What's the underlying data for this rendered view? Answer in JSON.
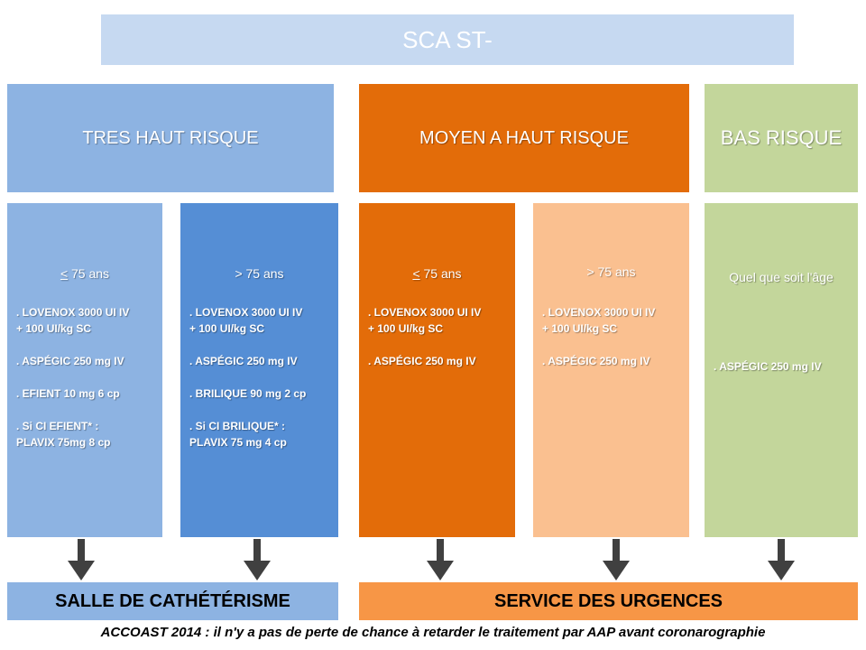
{
  "title": "SCA ST-",
  "risk_groups": {
    "tres_haut": "TRES HAUT RISQUE",
    "moyen_haut": "MOYEN A HAUT RISQUE",
    "bas": "BAS RISQUE"
  },
  "columns": [
    {
      "age_symbol": "<",
      "age_text": " 75 ans",
      "lines": [
        ". LOVENOX 3000 UI IV",
        " + 100 UI/kg SC",
        "",
        ". ASPÉGIC 250 mg IV",
        "",
        ". EFIENT 10 mg 6 cp",
        "",
        ". Si CI EFIENT* :",
        "PLAVIX 75mg 8 cp"
      ]
    },
    {
      "age_symbol": ">",
      "age_text": " 75 ans",
      "lines": [
        ". LOVENOX 3000 UI IV",
        "+ 100 UI/kg SC",
        "",
        ". ASPÉGIC 250 mg IV",
        "",
        ". BRILIQUE 90 mg 2 cp",
        "",
        ". Si CI BRILIQUE* :",
        "PLAVIX  75 mg 4 cp"
      ]
    },
    {
      "age_symbol": "<",
      "age_text": " 75 ans",
      "lines": [
        ". LOVENOX 3000 UI IV",
        " + 100 UI/kg SC",
        "",
        ". ASPÉGIC 250 mg IV"
      ]
    },
    {
      "age_symbol": ">",
      "age_text": " 75 ans",
      "lines": [
        ". LOVENOX 3000 UI IV",
        "+ 100 UI/kg SC",
        "",
        ". ASPÉGIC 250 mg IV"
      ]
    },
    {
      "age_symbol": "",
      "age_text": "Quel que soit l'âge",
      "lines": [
        ". ASPÉGIC 250 mg IV"
      ]
    }
  ],
  "destinations": {
    "salle": "SALLE DE CATHÉTÉRISME",
    "urgences": "SERVICE DES URGENCES"
  },
  "footnote": "ACCOAST 2014 : il n'y a pas de perte de chance à retarder le traitement par AAP avant coronarographie",
  "colors": {
    "title_bg": "#c6d9f1",
    "very_high_light": "#8db3e2",
    "very_high_dark": "#558ed5",
    "mid_high_dark": "#e36c09",
    "mid_high_light": "#fac090",
    "low": "#c3d69b",
    "urgences": "#f79646",
    "arrow": "#404040"
  }
}
